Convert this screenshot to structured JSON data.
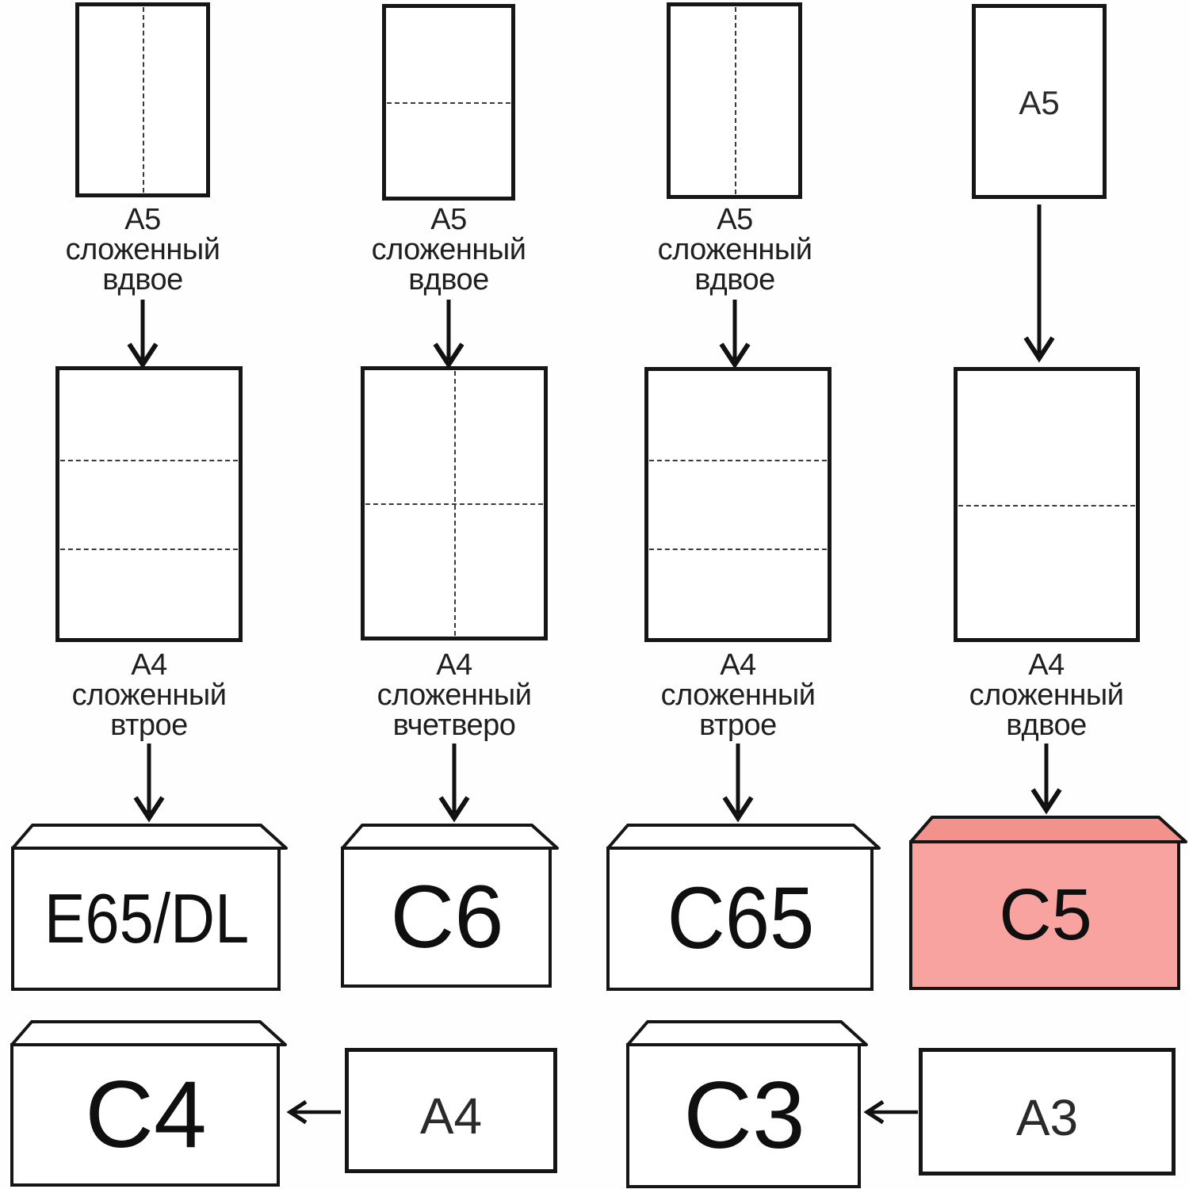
{
  "colors": {
    "pink_flap": "#f3918d",
    "pink_body": "#f8a3a0",
    "ink": "#1a1a1a"
  },
  "columns": [
    {
      "top_sheet": "A5-sheet-vertical-fold",
      "top_label": [
        "А5",
        "сложенный",
        "вдвое"
      ],
      "mid_label": [
        "А4",
        "сложенный",
        "втрое"
      ],
      "envelope": "E65/DL"
    },
    {
      "top_sheet": "A5-sheet-horizontal-fold",
      "top_label": [
        "А5",
        "сложенный",
        "вдвое"
      ],
      "mid_label": [
        "А4",
        "сложенный",
        "вчетверо"
      ],
      "envelope": "C6"
    },
    {
      "top_sheet": "A5-sheet-vertical-fold",
      "top_label": [
        "А5",
        "сложенный",
        "вдвое"
      ],
      "mid_label": [
        "А4",
        "сложенный",
        "втрое"
      ],
      "envelope": "C65"
    },
    {
      "top_sheet_text": "А5",
      "mid_label": [
        "А4",
        "сложенный",
        "вдвое"
      ],
      "envelope": "C5"
    }
  ],
  "bottom": [
    {
      "envelope": "C4",
      "source": "A4"
    },
    {
      "envelope": "C3",
      "source": "A3"
    }
  ]
}
